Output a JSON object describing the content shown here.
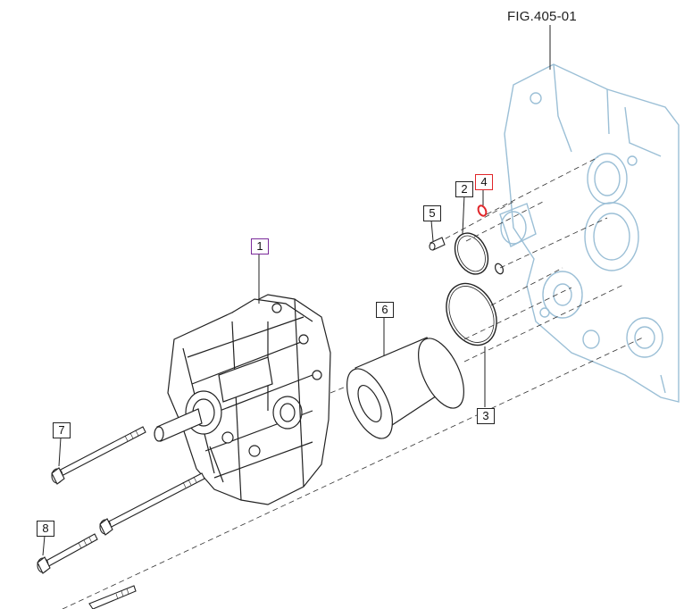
{
  "figure": {
    "label": "FIG.405-01"
  },
  "callouts": [
    {
      "id": "1",
      "label": "1",
      "color": "#7b2b9a"
    },
    {
      "id": "2",
      "label": "2",
      "color": "#222222"
    },
    {
      "id": "3",
      "label": "3",
      "color": "#222222"
    },
    {
      "id": "4",
      "label": "4",
      "color": "#e0262a"
    },
    {
      "id": "5",
      "label": "5",
      "color": "#222222"
    },
    {
      "id": "6",
      "label": "6",
      "color": "#222222"
    },
    {
      "id": "7",
      "label": "7",
      "color": "#222222"
    },
    {
      "id": "8",
      "label": "8",
      "color": "#222222"
    }
  ],
  "colors": {
    "line": "#222222",
    "background_housing": "#9bbfd6",
    "highlight_part": "#e0262a",
    "highlight_box": "#7b2b9a"
  }
}
